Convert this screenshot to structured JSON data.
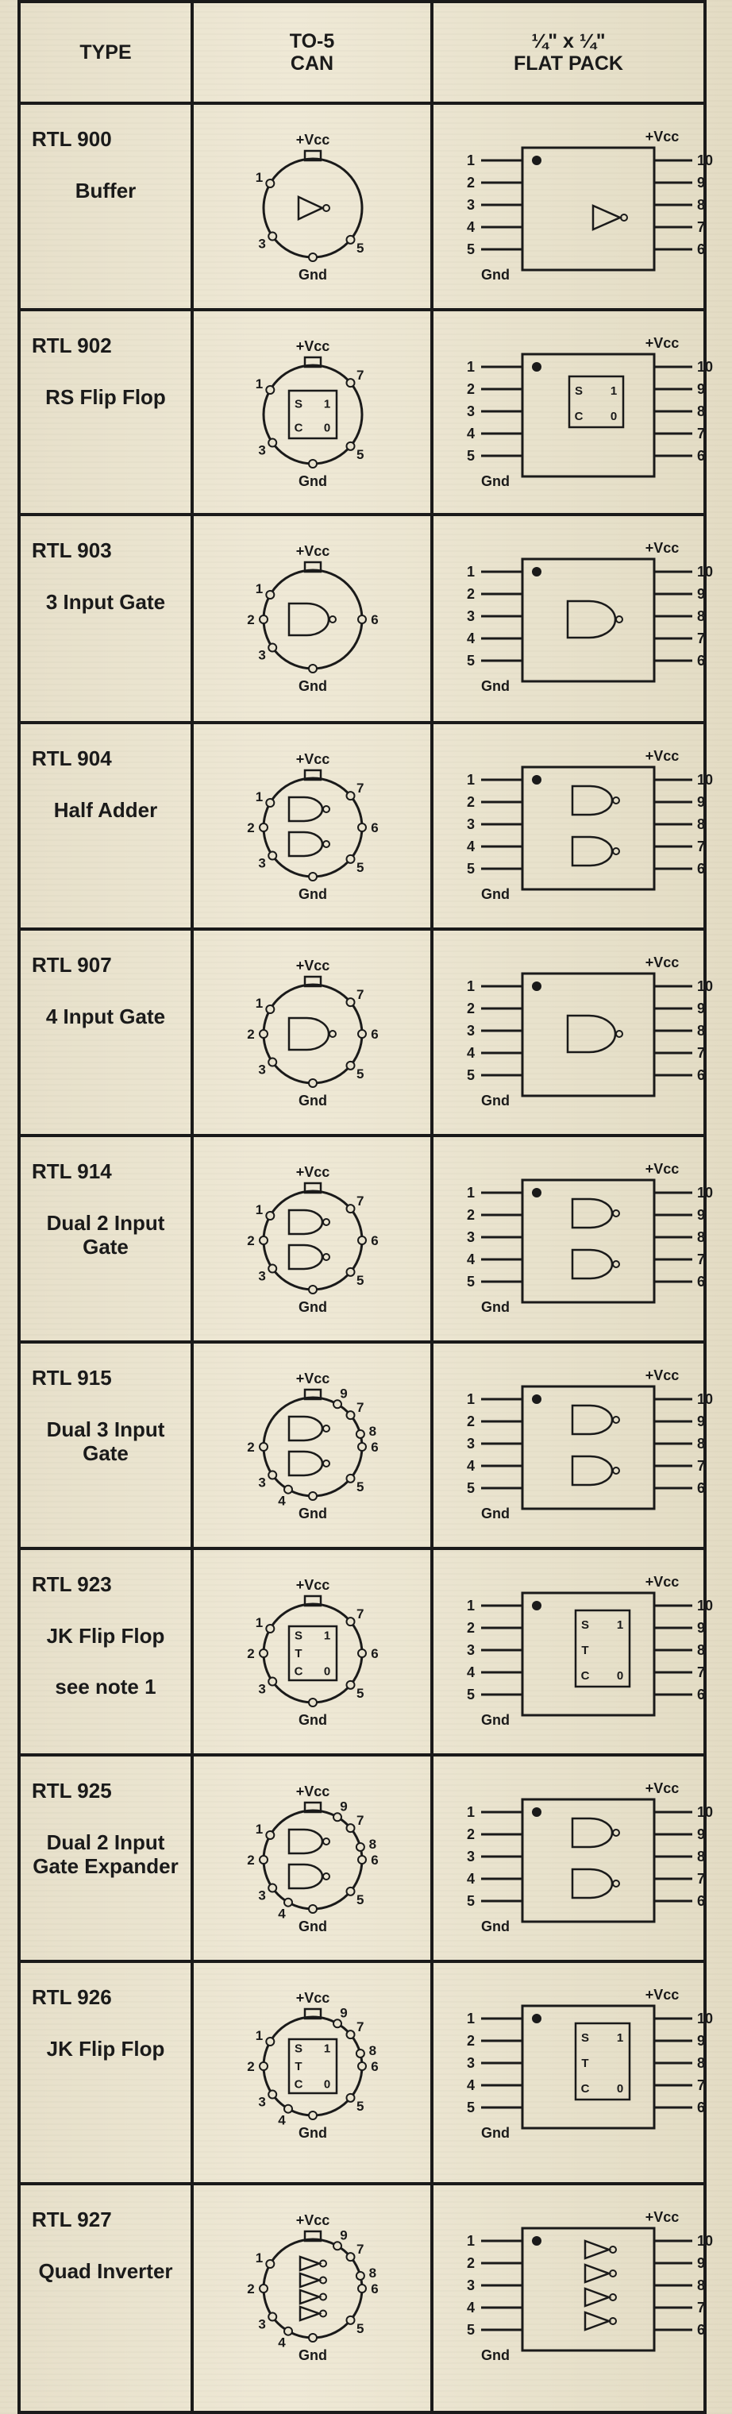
{
  "header": {
    "type": "TYPE",
    "can_line1": "TO-5",
    "can_line2": "CAN",
    "flat_line1": "¼\" x ¼\"",
    "flat_line2": "FLAT PACK"
  },
  "pin_labels": {
    "vcc": "+Vcc",
    "gnd": "Gnd",
    "s": "S",
    "c": "C",
    "t": "T",
    "one": "1",
    "zero": "0"
  },
  "rows": [
    {
      "type": "RTL 900",
      "desc": "Buffer",
      "note": ""
    },
    {
      "type": "RTL 902",
      "desc": "RS Flip Flop",
      "note": ""
    },
    {
      "type": "RTL 903",
      "desc": "3 Input Gate",
      "note": ""
    },
    {
      "type": "RTL 904",
      "desc": "Half Adder",
      "note": ""
    },
    {
      "type": "RTL 907",
      "desc": "4 Input Gate",
      "note": ""
    },
    {
      "type": "RTL 914",
      "desc": "Dual 2 Input Gate",
      "note": ""
    },
    {
      "type": "RTL 915",
      "desc": "Dual 3 Input Gate",
      "note": ""
    },
    {
      "type": "RTL 923",
      "desc": "JK Flip Flop",
      "note": "see note 1"
    },
    {
      "type": "RTL 925",
      "desc": "Dual 2 Input Gate Expander",
      "note": ""
    },
    {
      "type": "RTL 926",
      "desc": "JK Flip Flop",
      "note": ""
    },
    {
      "type": "RTL 927",
      "desc": "Quad Inverter",
      "note": ""
    }
  ],
  "can_pins": [
    "1",
    "2",
    "3",
    "4",
    "5",
    "6",
    "7",
    "8",
    "9"
  ],
  "flat_left_pins": [
    "1",
    "2",
    "3",
    "4",
    "5"
  ],
  "flat_right_pins": [
    "10",
    "9",
    "8",
    "7",
    "6"
  ]
}
